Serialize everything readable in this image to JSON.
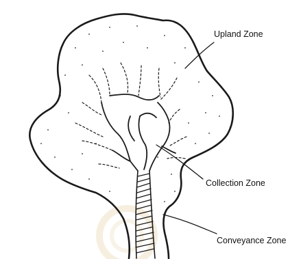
{
  "labels": {
    "upland": "Upland Zone",
    "collection": "Collection Zone",
    "conveyance": "Conveyance Zone"
  },
  "colors": {
    "ink": "#1a1a1a",
    "paper": "#ffffff",
    "watermark": "#f3e8d2"
  }
}
